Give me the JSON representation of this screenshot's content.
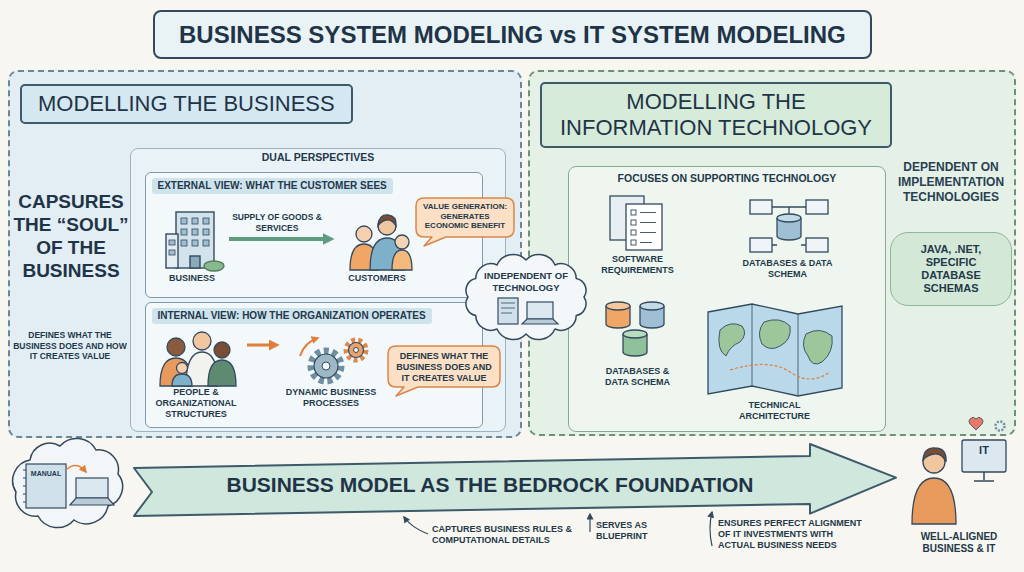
{
  "diagram": {
    "title": "BUSINESS SYSTEM MODELING vs IT SYSTEM MODELING",
    "nodes": [
      {
        "text": [
          "MODELLING THE BUSINESS"
        ]
      },
      {
        "text": [
          "DUAL PERSPECTIVES"
        ],
        "in": 0
      },
      {
        "text": [
          "EXTERNAL VIEW: WHAT THE CUSTOMER SEES"
        ],
        "in": 1
      },
      {
        "text": [
          "BUSINESS"
        ],
        "in": 2
      },
      {
        "text": [
          "VALUE GENERATION: GENERATES ECONOMIC BENEFIT"
        ],
        "in": 2
      },
      {
        "text": [
          "CUSTOMERS"
        ],
        "in": 2
      },
      {
        "text": [
          "INTERNAL VIEW: HOW THE ORGANIZATION OPERATES"
        ],
        "in": 1
      },
      {
        "text": [
          "PEOPLE & ORGANIZATIONAL STRUCTURES"
        ],
        "in": 6
      },
      {
        "text": [
          "DYNAMIC BUSINESS PROCESSES"
        ],
        "in": 6
      },
      {
        "text": [
          "DEFINES WHAT THE BUSINESS DOES AND IT CREATES VALUE"
        ],
        "in": 6
      },
      {
        "text": [
          "INDEPENDENT OF TECHNOLOGY"
        ]
      },
      {
        "text": [
          "MODELLING THE INFORMATION TECHNOLOGY"
        ]
      },
      {
        "text": [
          "FOCUSES ON SUPPORTING TECHNOLOGY"
        ],
        "in": 11
      },
      {
        "text": [
          "SOFTWARE REQUIREMENTS"
        ],
        "in": 12
      },
      {
        "text": [
          "DATABASES & DATA SCHEMA"
        ],
        "in": 12
      },
      {
        "text": [
          "DATABASES & DATA SCHEMA"
        ],
        "in": 12
      },
      {
        "text": [
          "TECHNICAL ARCHITECTURE"
        ],
        "in": 12
      },
      {
        "text": [
          "JAVA, .NET, SPECIFIC DATABASE SCHEMAS"
        ],
        "in": 11
      },
      {
        "text": [
          "BUSINESS MODEL AS THE BEDROCK FOUNDATION"
        ]
      },
      {
        "text": [
          "IT",
          "WELL-ALIGNED BUSINESS & IT"
        ]
      }
    ],
    "edges": [
      {
        "from": 3,
        "to": 5,
        "arrow": "to",
        "label": "SUPPLY OF GOODS & SERVICES"
      },
      {
        "from": 7,
        "to": 8,
        "arrow": "to"
      }
    ],
    "labels": [
      "CAPSURES THE “SOUL” OF THE BUSINESS",
      "DEFINES WHAT THE BUSINESS DOES AND HOW IT CREATES VALUE",
      "MANUAL",
      "DEPENDENT ON IMPLEMENTATION TECHNOLOGIES",
      "CAPTURES BUSINESS RULES & COMPUTATIONAL DETAILS",
      "SERVES AS BLUEPRINT",
      "ENSURES PERFECT ALIGNMENT OF IT INVESTMENTS WITH ACTUAL BUSINESS NEEDS"
    ]
  }
}
